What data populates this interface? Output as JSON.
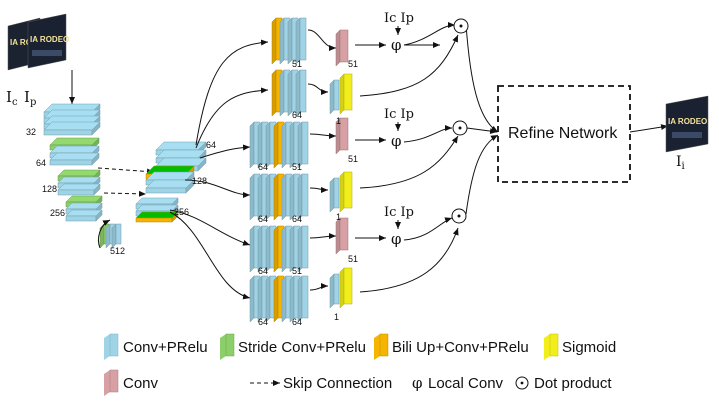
{
  "colors": {
    "conv_prelu": "#9fd3e6",
    "stride_conv": "#8ccf6a",
    "bili_up": "#f5b400",
    "sigmoid": "#f2ee1b",
    "conv": "#d6a0a4"
  },
  "input_label_c": "I",
  "input_label_c_sub": "c",
  "input_label_p": "I",
  "input_label_p_sub": "p",
  "output_label": "I",
  "output_label_sub": "i",
  "image_text": "IA RODEO",
  "encoder": {
    "labels": [
      "32",
      "64",
      "128",
      "256",
      "512"
    ]
  },
  "decoder": {
    "labels": [
      "64",
      "128",
      "256"
    ]
  },
  "branches": [
    {
      "labels": [
        "51"
      ],
      "end_label": "51"
    },
    {
      "labels": [
        "64"
      ],
      "end_label": "1"
    },
    {
      "labels": [
        "64",
        "51"
      ],
      "end_label": "51"
    },
    {
      "labels": [
        "64",
        "64"
      ],
      "end_label": "1"
    },
    {
      "labels": [
        "64",
        "51"
      ],
      "end_label": "51"
    },
    {
      "labels": [
        "64",
        "64"
      ],
      "end_label": "1"
    }
  ],
  "local_conv_symbol": "φ",
  "dot_symbol": "⊙",
  "icip_label": "Ic Ip",
  "refine_network": "Refine Network",
  "legend": {
    "conv_prelu": "Conv+PRelu",
    "stride_conv": "Stride  Conv+PRelu",
    "bili_up": "Bili Up+Conv+PRelu",
    "sigmoid": "Sigmoid",
    "conv": "Conv",
    "skip": "Skip  Connection",
    "local_conv": "Local Conv",
    "dot_product": "Dot product"
  }
}
